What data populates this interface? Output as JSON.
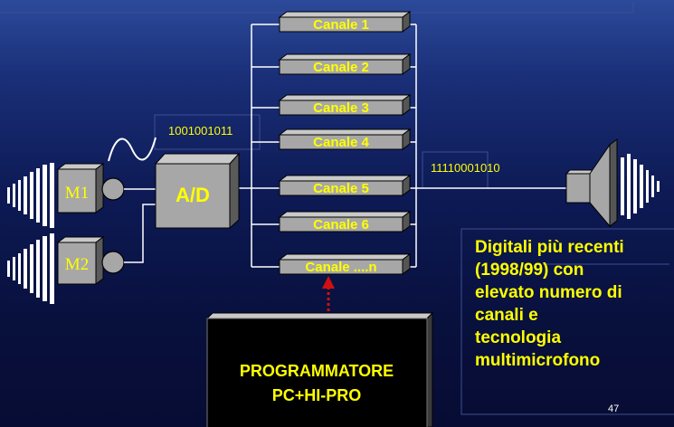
{
  "channels": [
    "Canale 1",
    "Canale 2",
    "Canale 3",
    "Canale 4",
    "Canale 5",
    "Canale 6",
    "Canale ....n"
  ],
  "bits_in": "1001001011",
  "bits_out": "11110001010",
  "mics": [
    "M1",
    "M2"
  ],
  "converter": "A/D",
  "programmer": [
    "PROGRAMMATORE",
    "PC+HI-PRO"
  ],
  "description": [
    "Digitali più recenti",
    "(1998/99) con",
    "elevato numero di",
    "canali e",
    "tecnologia",
    "multimicrofono"
  ],
  "page_number": "47"
}
